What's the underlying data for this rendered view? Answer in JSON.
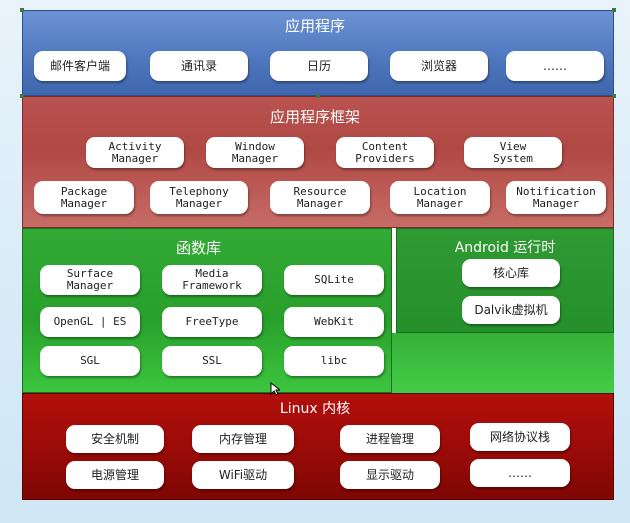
{
  "applications": {
    "title": "应用程序",
    "items": [
      "邮件客户端",
      "通讯录",
      "日历",
      "浏览器",
      "……"
    ]
  },
  "framework": {
    "title": "应用程序框架",
    "row1": [
      "Activity\nManager",
      "Window\nManager",
      "Content\nProviders",
      "View\nSystem"
    ],
    "row2": [
      "Package\nManager",
      "Telephony\nManager",
      "Resource\nManager",
      "Location\nManager",
      "Notification\nManager"
    ]
  },
  "libraries": {
    "title": "函数库",
    "items": [
      "Surface\nManager",
      "Media\nFramework",
      "SQLite",
      "OpenGL | ES",
      "FreeType",
      "WebKit",
      "SGL",
      "SSL",
      "libc"
    ]
  },
  "runtime": {
    "title": "Android 运行时",
    "items": [
      "核心库",
      "Dalvik虚拟机"
    ]
  },
  "kernel": {
    "title": "Linux 内核",
    "items": [
      "安全机制",
      "内存管理",
      "进程管理",
      "网络协议栈",
      "电源管理",
      "WiFi驱动",
      "显示驱动",
      "……"
    ]
  },
  "colors": {
    "applications": "#4f78bf",
    "framework": "#b04844",
    "libraries": "#28a02b",
    "kernel": "#9c0b08"
  }
}
